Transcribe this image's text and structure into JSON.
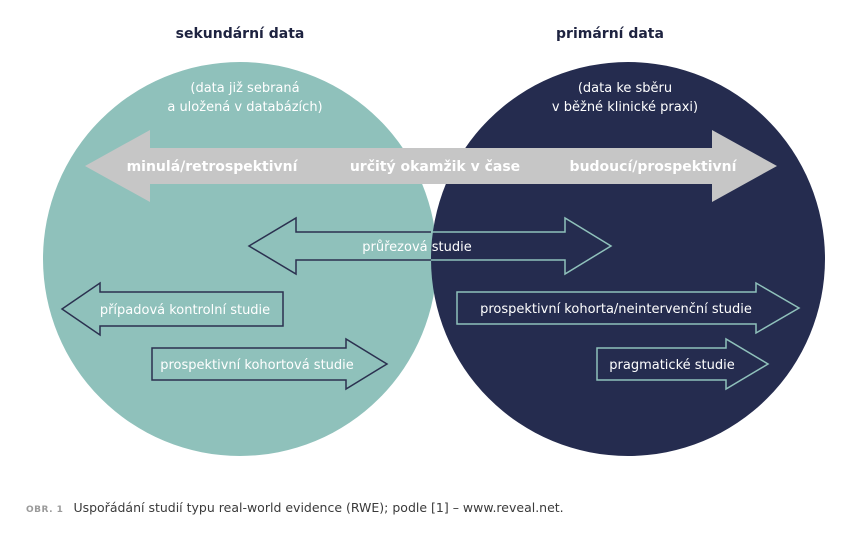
{
  "diagram": {
    "left_heading": "sekundární data",
    "left_sub_1": "(data již sebraná",
    "left_sub_2": "a uložená v databázích)",
    "right_heading": "primární data",
    "right_sub_1": "(data ke sběru",
    "right_sub_2": "v běžné klinické praxi)",
    "timeline": {
      "left": "minulá/retrospektivní",
      "center": "určitý okamžik v čase",
      "right": "budoucí/prospektivní"
    },
    "studies": {
      "cross_sectional": "průřezová studie",
      "case_control": "případová kontrolní studie",
      "prospective_cohort_left": "prospektivní kohortová studie",
      "prospective_cohort_right": "prospektivní kohorta/neintervenční studie",
      "pragmatic": "pragmatické studie"
    },
    "colors": {
      "left_circle": "#8fc1bb",
      "right_circle": "#252c4f",
      "timeline_arrow": "#c6c6c6",
      "arrow_outline_left": "#2b3150",
      "arrow_outline_right": "#8fc1bb"
    }
  },
  "caption": {
    "label": "OBR. 1",
    "text": "Uspořádání studií typu real-world evidence (RWE); podle [1] – www.reveal.net."
  }
}
